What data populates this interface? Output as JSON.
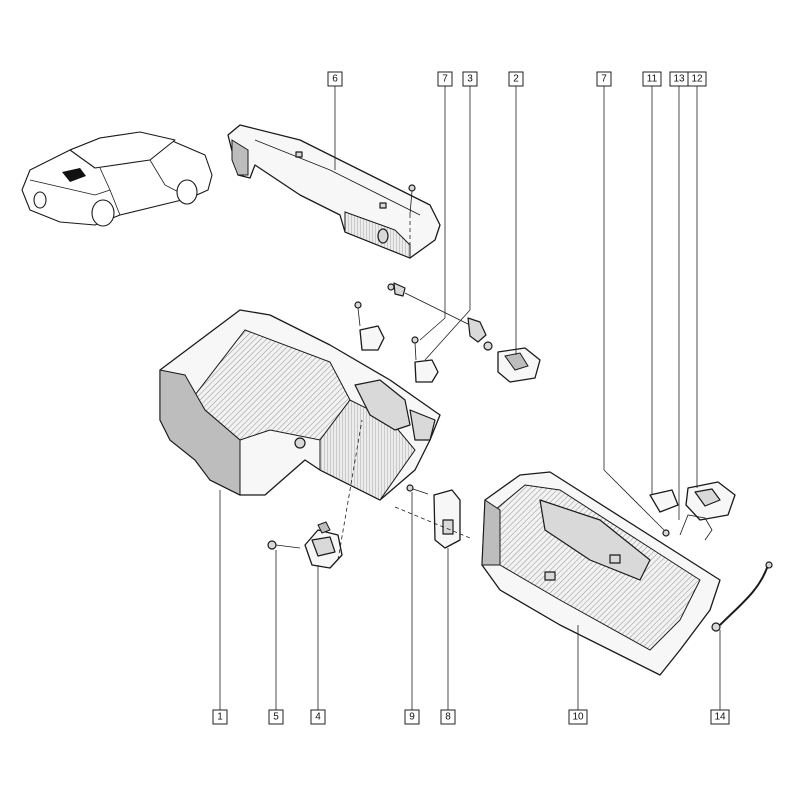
{
  "callouts": {
    "c1": "1",
    "c2": "2",
    "c3": "3",
    "c4": "4",
    "c5": "5",
    "c6": "6",
    "c7a": "7",
    "c7b": "7",
    "c8": "8",
    "c9": "9",
    "c10": "10",
    "c11": "11",
    "c12": "12",
    "c13": "13",
    "c14": "14"
  },
  "colors": {
    "line": "#1a1a1a",
    "background": "#ffffff",
    "shade": "#bdbdbd"
  }
}
